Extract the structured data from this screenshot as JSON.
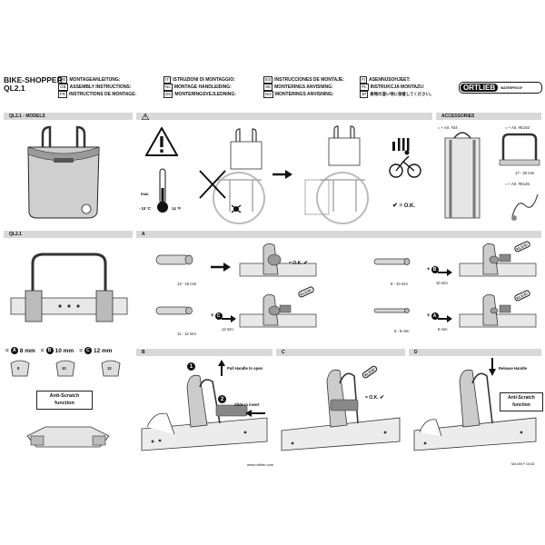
{
  "title": {
    "line1": "BIKE-SHOPPER",
    "line2": "QL2.1"
  },
  "languages": [
    {
      "code": "DE",
      "text": "MONTAGEANLEITUNG:"
    },
    {
      "code": "GB",
      "text": "ASSEMBLY INSTRUCTIONS:"
    },
    {
      "code": "FR",
      "text": "INSTRUCTIONS DE MONTAGE:"
    },
    {
      "code": "IT",
      "text": "ISTRUZIONI DI MONTAGGIO:"
    },
    {
      "code": "NL",
      "text": "MONTAGE HANDLEIDING:"
    },
    {
      "code": "DK",
      "text": "MONTERINGSVEJLEDNING:"
    },
    {
      "code": "ES",
      "text": "INSTRUCCIONES DE MONTAJE:"
    },
    {
      "code": "SE",
      "text": "MONTERINGS ANVISNING:"
    },
    {
      "code": "NO",
      "text": "MONTERINGS ANVISNING:"
    },
    {
      "code": "FI",
      "text": "ASENNUSOHJEET:"
    },
    {
      "code": "PL",
      "text": "INSTRUKCJA MONTAZU:"
    },
    {
      "code": "JP",
      "text": "掛物の漫い侍に保督してください。"
    }
  ],
  "logo": {
    "brand": "ORTLIEB",
    "tag": "WATERPROOF"
  },
  "sections": {
    "models": "QL2.1 - MODELS",
    "warning_bar": "",
    "accessories": "ACCESSORIES",
    "ql21": "QL2.1",
    "a": "A",
    "b": "B",
    "c": "C",
    "d": "D"
  },
  "warning": {
    "max": "max.",
    "temp_c": "- 10 °C",
    "temp_f": "14 °F",
    "ok": "= O.K."
  },
  "accessories": {
    "art1": "= + Art. #34",
    "art2": "= + Art. #E193",
    "art3": "= + Art. #E125",
    "range": "17 - 30 mm"
  },
  "inserts": {
    "a_label": "A",
    "a_size": "8 mm",
    "b_label": "B",
    "b_size": "10 mm",
    "c_label": "C",
    "c_size": "12 mm",
    "a_num": "8",
    "b_num": "10",
    "c_num": "12",
    "anti_scratch": "Anti-Scratch",
    "function": "function"
  },
  "section_a": {
    "r1_dim": "13 - 16 mm",
    "r1_result": "= O.K.",
    "r2_dim": "11 - 12 mm",
    "r2_letter": "C",
    "r2_size": "12 mm",
    "r3_dim": "9 - 10 mm",
    "r3_letter": "B",
    "r3_size": "10 mm",
    "r4_dim": "5 - 8 mm",
    "r4_letter": "A",
    "r4_size": "8 mm",
    "click": "KLICK!"
  },
  "section_b": {
    "step1": "1",
    "step1_text": "Pull Handle to open",
    "step2": "2",
    "step2_text": "Slide in insert"
  },
  "section_c": {
    "click": "KLICK!",
    "ok": "= O.K."
  },
  "section_d": {
    "release": "Release Handle",
    "anti_scratch": "Anti-Scratch",
    "function": "function"
  },
  "footer": {
    "url": "www.ortlieb.com",
    "code": "MA 059 F 03/18"
  }
}
